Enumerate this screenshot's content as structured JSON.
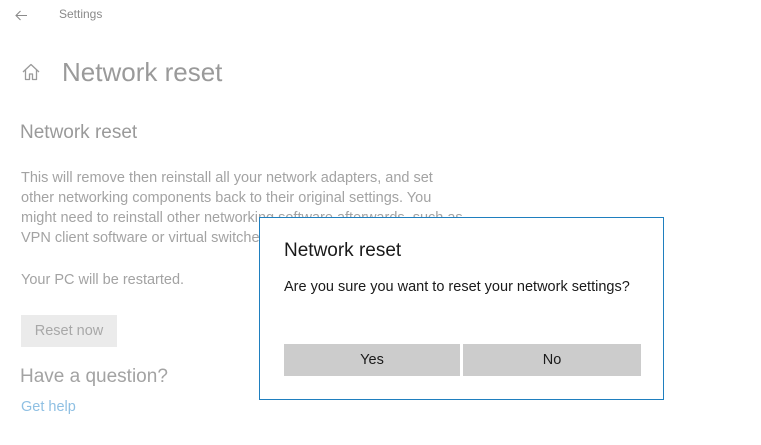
{
  "window": {
    "title": "Settings",
    "back_icon": "arrow-left-icon"
  },
  "page": {
    "home_icon": "home-icon",
    "title": "Network reset"
  },
  "section": {
    "title": "Network reset",
    "description": "This will remove then reinstall all your network adapters, and set other networking components back to their original settings. You might need to reinstall other networking software afterwards, such as VPN client software or virtual switches.",
    "restart_note": "Your PC will be restarted.",
    "reset_button": "Reset now"
  },
  "help": {
    "question": "Have a question?",
    "link": "Get help"
  },
  "dialog": {
    "title": "Network reset",
    "message": "Are you sure you want to reset your network settings?",
    "yes_label": "Yes",
    "no_label": "No"
  },
  "colors": {
    "dialog_border": "#1f7fbf",
    "link": "#8fc0e3",
    "dialog_button": "#cccccc"
  }
}
